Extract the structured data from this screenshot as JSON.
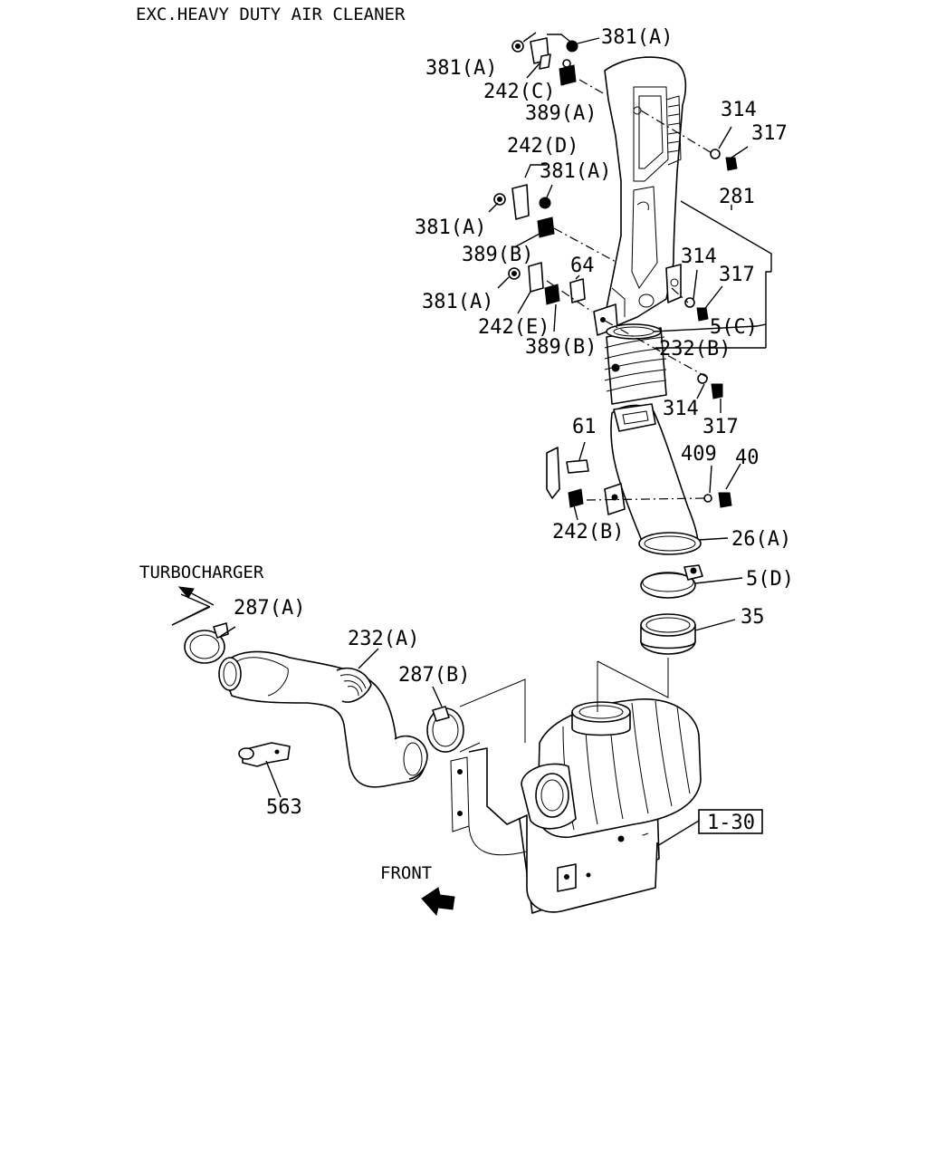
{
  "title": "EXC.HEAVY DUTY AIR CLEANER",
  "notes": {
    "turbocharger": "TURBOCHARGER",
    "front": "FRONT"
  },
  "reference_box": "1-30",
  "callouts": [
    {
      "id": "c1",
      "text": "381(A)"
    },
    {
      "id": "c2",
      "text": "381(A)"
    },
    {
      "id": "c3",
      "text": "242(C)"
    },
    {
      "id": "c4",
      "text": "389(A)"
    },
    {
      "id": "c5",
      "text": "314"
    },
    {
      "id": "c6",
      "text": "317"
    },
    {
      "id": "c7",
      "text": "242(D)"
    },
    {
      "id": "c8",
      "text": "381(A)"
    },
    {
      "id": "c9",
      "text": "381(A)"
    },
    {
      "id": "c10",
      "text": "281"
    },
    {
      "id": "c11",
      "text": "389(B)"
    },
    {
      "id": "c12",
      "text": "64"
    },
    {
      "id": "c13",
      "text": "314"
    },
    {
      "id": "c14",
      "text": "317"
    },
    {
      "id": "c15",
      "text": "381(A)"
    },
    {
      "id": "c16",
      "text": "242(E)"
    },
    {
      "id": "c17",
      "text": "5(C)"
    },
    {
      "id": "c18",
      "text": "389(B)"
    },
    {
      "id": "c19",
      "text": "232(B)"
    },
    {
      "id": "c20",
      "text": "314"
    },
    {
      "id": "c21",
      "text": "317"
    },
    {
      "id": "c22",
      "text": "61"
    },
    {
      "id": "c23",
      "text": "409"
    },
    {
      "id": "c24",
      "text": "40"
    },
    {
      "id": "c25",
      "text": "242(B)"
    },
    {
      "id": "c26",
      "text": "26(A)"
    },
    {
      "id": "c27",
      "text": "5(D)"
    },
    {
      "id": "c28",
      "text": "287(A)"
    },
    {
      "id": "c29",
      "text": "35"
    },
    {
      "id": "c30",
      "text": "232(A)"
    },
    {
      "id": "c31",
      "text": "287(B)"
    },
    {
      "id": "c32",
      "text": "563"
    }
  ]
}
